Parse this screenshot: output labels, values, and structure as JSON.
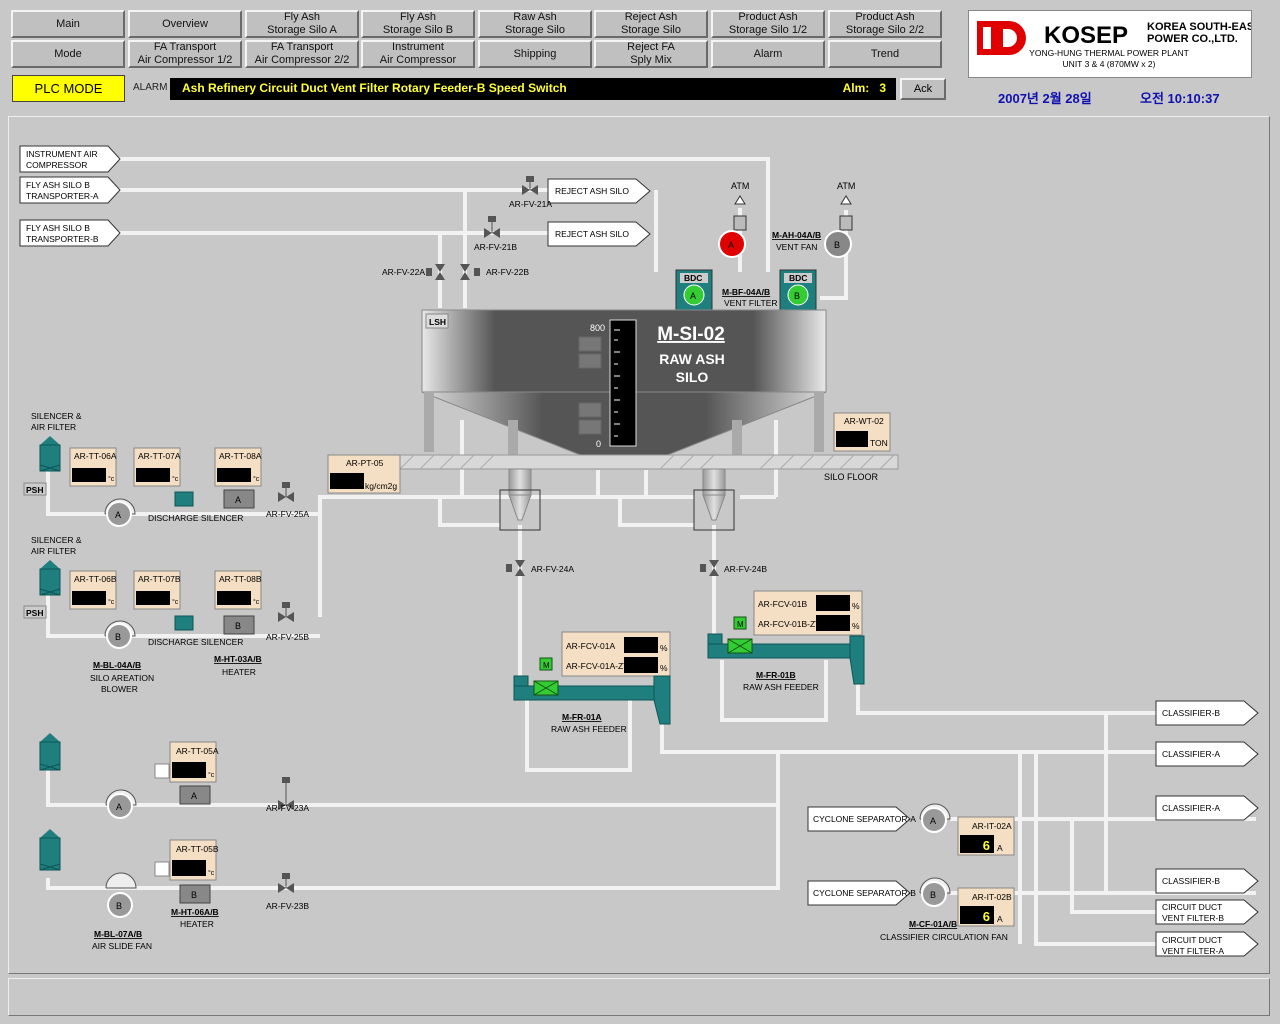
{
  "nav": {
    "row1": [
      {
        "l1": "Main",
        "l2": ""
      },
      {
        "l1": "Overview",
        "l2": ""
      },
      {
        "l1": "Fly Ash",
        "l2": "Storage Silo A"
      },
      {
        "l1": "Fly Ash",
        "l2": "Storage Silo B"
      },
      {
        "l1": "Raw Ash",
        "l2": "Storage Silo"
      },
      {
        "l1": "Reject Ash",
        "l2": "Storage Silo"
      },
      {
        "l1": "Product Ash",
        "l2": "Storage Silo 1/2"
      },
      {
        "l1": "Product Ash",
        "l2": "Storage Silo 2/2"
      }
    ],
    "row2": [
      {
        "l1": "Mode",
        "l2": ""
      },
      {
        "l1": "FA Transport",
        "l2": "Air Compressor 1/2"
      },
      {
        "l1": "FA Transport",
        "l2": "Air Compressor 2/2"
      },
      {
        "l1": "Instrument",
        "l2": "Air Compressor"
      },
      {
        "l1": "Shipping",
        "l2": ""
      },
      {
        "l1": "Reject FA",
        "l2": "Sply Mix"
      },
      {
        "l1": "Alarm",
        "l2": ""
      },
      {
        "l1": "Trend",
        "l2": ""
      }
    ]
  },
  "status": {
    "plc_mode": "PLC MODE",
    "alarm_label": "ALARM",
    "alarm_message": "Ash Refinery Circuit Duct Vent Filter Rotary Feeder-B Speed Switch",
    "alarm_count_label": "Alm:",
    "alarm_count": "3",
    "ack_label": "Ack"
  },
  "logo": {
    "brand": "KOSEP",
    "company_l1": "KOREA SOUTH-EAST",
    "company_l2": "POWER CO.,LTD.",
    "plant_l1": "YONG-HUNG THERMAL POWER PLANT",
    "plant_l2": "UNIT 3 & 4 (870MW x 2)"
  },
  "datetime": {
    "date": "2007년 2월 28일",
    "time": "오전 10:10:37"
  },
  "colors": {
    "accent_yellow": "#ffff00",
    "equipment_teal": "#1f7f7f",
    "running_green": "#33cc33",
    "alarm_red": "#e00000",
    "datetime_blue": "#1010b0"
  },
  "diagram": {
    "sources": {
      "inst_air_l1": "INSTRUMENT AIR",
      "inst_air_l2": "COMPRESSOR",
      "tr_a_l1": "FLY ASH SILO B",
      "tr_a_l2": "TRANSPORTER-A",
      "tr_b_l1": "FLY ASH SILO B",
      "tr_b_l2": "TRANSPORTER-B"
    },
    "reject_silo": "REJECT ASH SILO",
    "valves": {
      "fv21a": "AR-FV-21A",
      "fv21b": "AR-FV-21B",
      "fv22a": "AR-FV-22A",
      "fv22b": "AR-FV-22B",
      "fv25a": "AR-FV-25A",
      "fv25b": "AR-FV-25B",
      "fv24a": "AR-FV-24A",
      "fv24b": "AR-FV-24B",
      "fv23a": "AR-FV-23A",
      "fv23b": "AR-FV-23B"
    },
    "atm": "ATM",
    "vent_fan_tag": "M-AH-04A/B",
    "vent_fan_name": "VENT FAN",
    "vent_filter_tag": "M-BF-04A/B",
    "vent_filter_name": "VENT FILTER",
    "bdc": "BDC",
    "letter_a": "A",
    "letter_b": "B",
    "letter_m": "M",
    "lsh": "LSH",
    "silo_tag": "M-SI-02",
    "silo_name_l1": "RAW ASH",
    "silo_name_l2": "SILO",
    "scale_max": "800",
    "scale_min": "0",
    "silo_floor": "SILO FLOOR",
    "wt_tag": "AR-WT-02",
    "wt_unit": "TON",
    "pt_tag": "AR-PT-05",
    "pt_unit": "kg/cm2g",
    "silencer_l1": "SILENCER &",
    "silencer_l2": "AIR FILTER",
    "psh": "PSH",
    "tt": {
      "t06a": "AR-TT-06A",
      "t07a": "AR-TT-07A",
      "t08a": "AR-TT-08A",
      "t06b": "AR-TT-06B",
      "t07b": "AR-TT-07B",
      "t08b": "AR-TT-08B",
      "t05a": "AR-TT-05A",
      "t05b": "AR-TT-05B"
    },
    "unit_c": "°c",
    "discharge_silencer": "DISCHARGE SILENCER",
    "blower_tag": "M-BL-04A/B",
    "blower_l1": "SILO AREATION",
    "blower_l2": "BLOWER",
    "heater_tag": "M-HT-03A/B",
    "heater_name": "HEATER",
    "heater2_tag": "M-HT-06A/B",
    "airslide_tag": "M-BL-07A/B",
    "airslide_name": "AIR SLIDE FAN",
    "fcv01a": "AR-FCV-01A",
    "fcv01a_zt": "AR-FCV-01A-ZT",
    "fcv01b": "AR-FCV-01B",
    "fcv01b_zt": "AR-FCV-01B-ZT",
    "unit_pct": "%",
    "feeder_a_tag": "M-FR-01A",
    "feeder_b_tag": "M-FR-01B",
    "feeder_name": "RAW ASH FEEDER",
    "classifier_b": "CLASSIFIER-B",
    "classifier_a": "CLASSIFIER-A",
    "cyclone_a": "CYCLONE SEPARATOR-A",
    "cyclone_b": "CYCLONE SEPARATOR-B",
    "it02a": "AR-IT-02A",
    "it02b": "AR-IT-02B",
    "it_value_a": "6",
    "it_value_b": "6",
    "unit_amp": "A",
    "ccf_tag": "M-CF-01A/B",
    "ccf_name": "CLASSIFIER CIRCULATION FAN",
    "vf_l1": "CIRCUIT DUCT",
    "vf_b_l2": "VENT FILTER-B",
    "vf_a_l2": "VENT FILTER-A"
  }
}
